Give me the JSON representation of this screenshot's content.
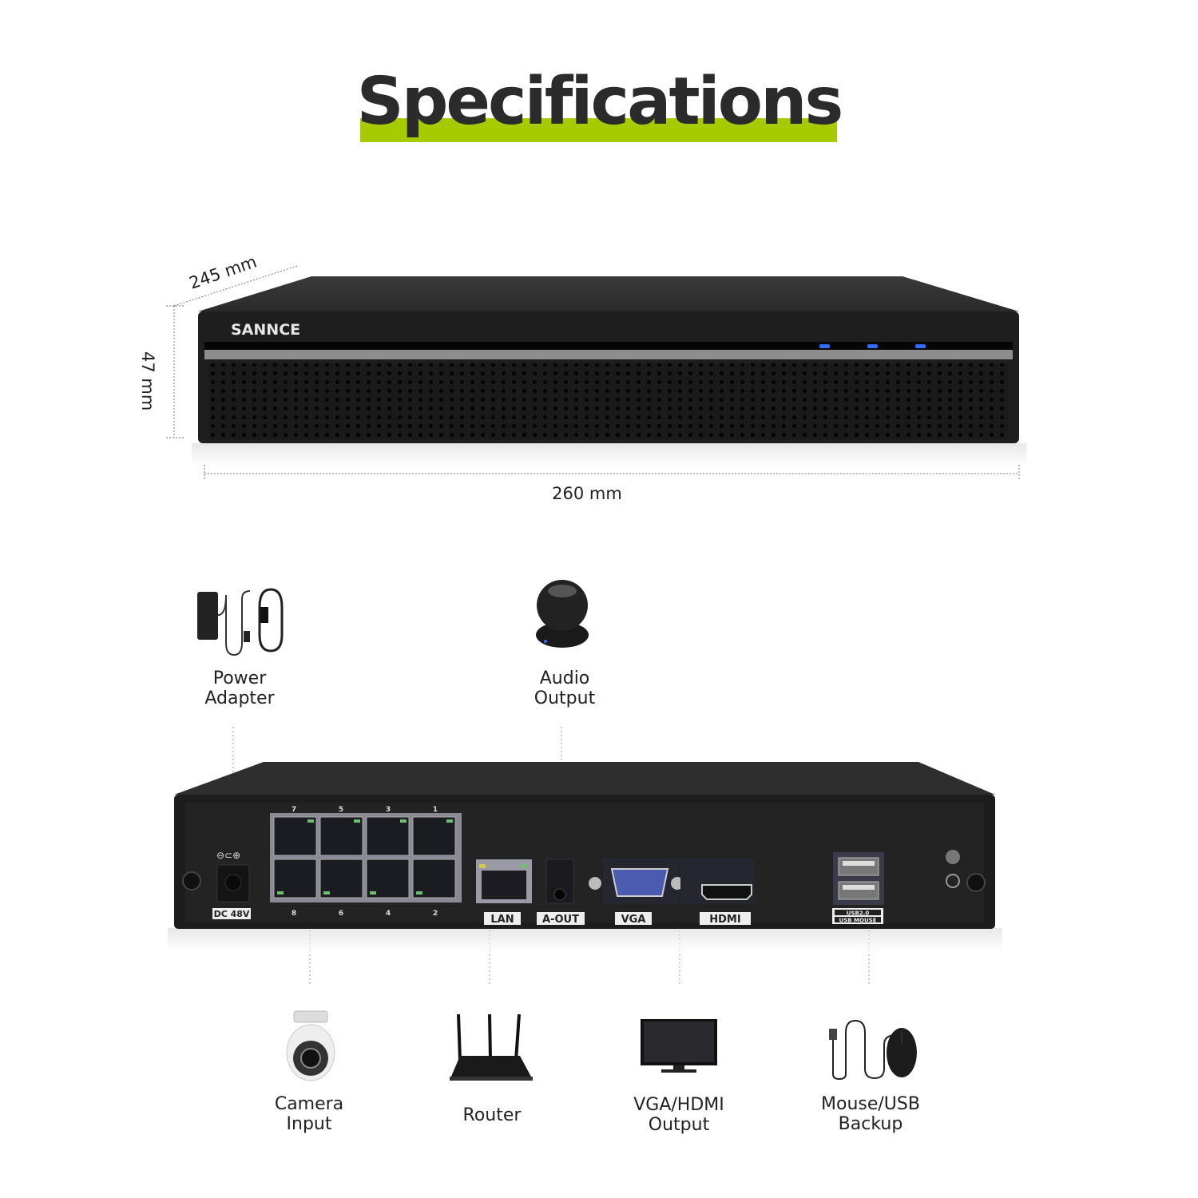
{
  "title": "Specifications",
  "colors": {
    "accent": "#a6cb00",
    "device": "#1c1c1c",
    "led": "#2f6cff"
  },
  "front_device": {
    "brand": "SANNCE",
    "dimensions": {
      "depth": "245 mm",
      "height": "47 mm",
      "width": "260 mm"
    }
  },
  "accessories_top": [
    {
      "line1": "Power",
      "line2": "Adapter",
      "icon": "power-adapter-icon"
    },
    {
      "line1": "Audio",
      "line2": "Output",
      "icon": "speaker-icon"
    }
  ],
  "rear_ports": {
    "power": "DC 48V",
    "poe_top_numbers": [
      "7",
      "5",
      "3",
      "1"
    ],
    "poe_bottom_numbers": [
      "8",
      "6",
      "4",
      "2"
    ],
    "lan": "LAN",
    "audio": "A-OUT",
    "vga": "VGA",
    "hdmi": "HDMI",
    "usb_1": "USB2.0",
    "usb_2": "USB MOUSE"
  },
  "accessories_bottom": [
    {
      "line1": "Camera",
      "line2": "Input",
      "icon": "camera-icon"
    },
    {
      "line1": "Router",
      "line2": "",
      "icon": "router-icon"
    },
    {
      "line1": "VGA/HDMI",
      "line2": "Output",
      "icon": "monitor-icon"
    },
    {
      "line1": "Mouse/USB",
      "line2": "Backup",
      "icon": "mouse-icon"
    }
  ]
}
